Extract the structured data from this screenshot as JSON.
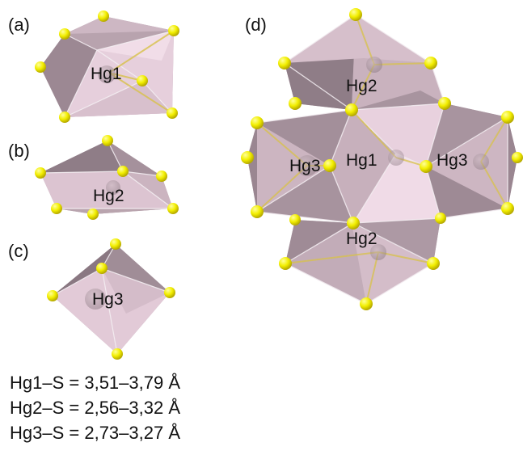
{
  "panels": {
    "a": "(a)",
    "b": "(b)",
    "c": "(c)",
    "d": "(d)"
  },
  "atoms": {
    "a_center": "Hg1",
    "b_center": "Hg2",
    "c_center": "Hg3",
    "d_top": "Hg2",
    "d_left": "Hg3",
    "d_center": "Hg1",
    "d_right": "Hg3",
    "d_bottom": "Hg2"
  },
  "bond_ranges": [
    "Hg1–S = 3,51–3,79 Å",
    "Hg2–S = 2,56–3,32 Å",
    "Hg3–S = 2,73–3,27 Å"
  ],
  "colors": {
    "sulfur": "#f2ee00",
    "polyhedron_face": "#dcc1cf",
    "polyhedron_dark": "#8f7d87",
    "bond": "#d8c24a"
  }
}
